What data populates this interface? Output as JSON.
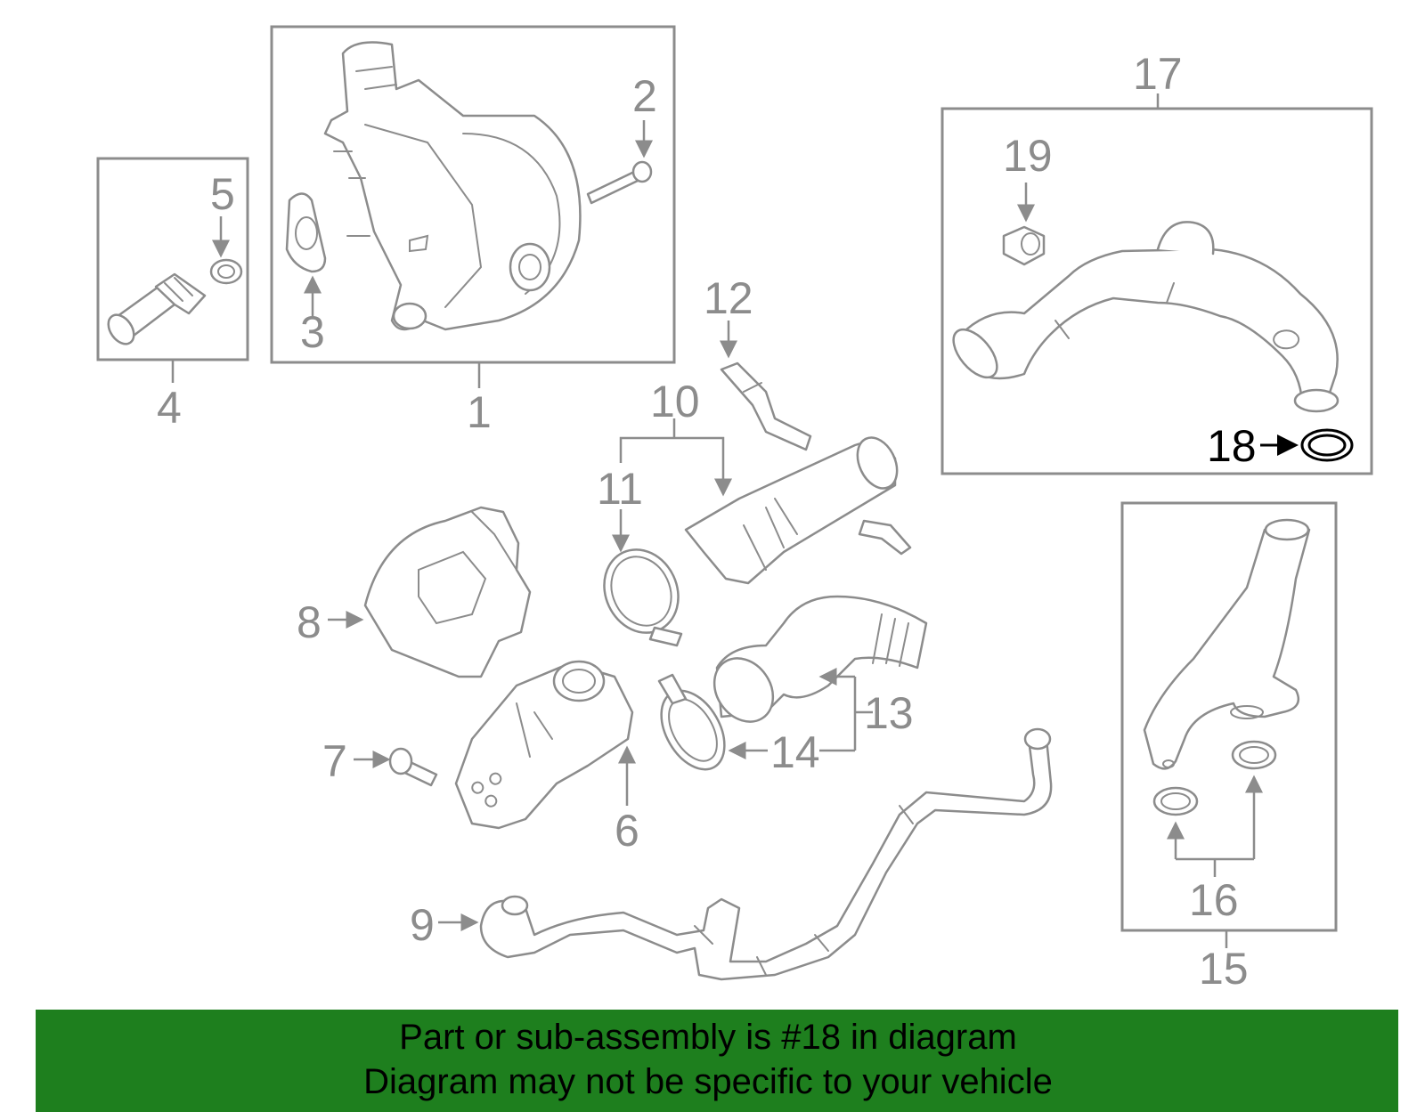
{
  "callouts": {
    "c1": "1",
    "c2": "2",
    "c3": "3",
    "c4": "4",
    "c5": "5",
    "c6": "6",
    "c7": "7",
    "c8": "8",
    "c9": "9",
    "c10": "10",
    "c11": "11",
    "c12": "12",
    "c13": "13",
    "c14": "14",
    "c15": "15",
    "c16": "16",
    "c17": "17",
    "c18": "18",
    "c19": "19"
  },
  "highlighted_part": "18",
  "colors": {
    "linework": "#8c8c8c",
    "highlight": "#000000",
    "banner": "#1e7f1e"
  },
  "banner": {
    "line1": "Part or sub-assembly is #18 in diagram",
    "line2": "Diagram may not be specific to your vehicle"
  }
}
